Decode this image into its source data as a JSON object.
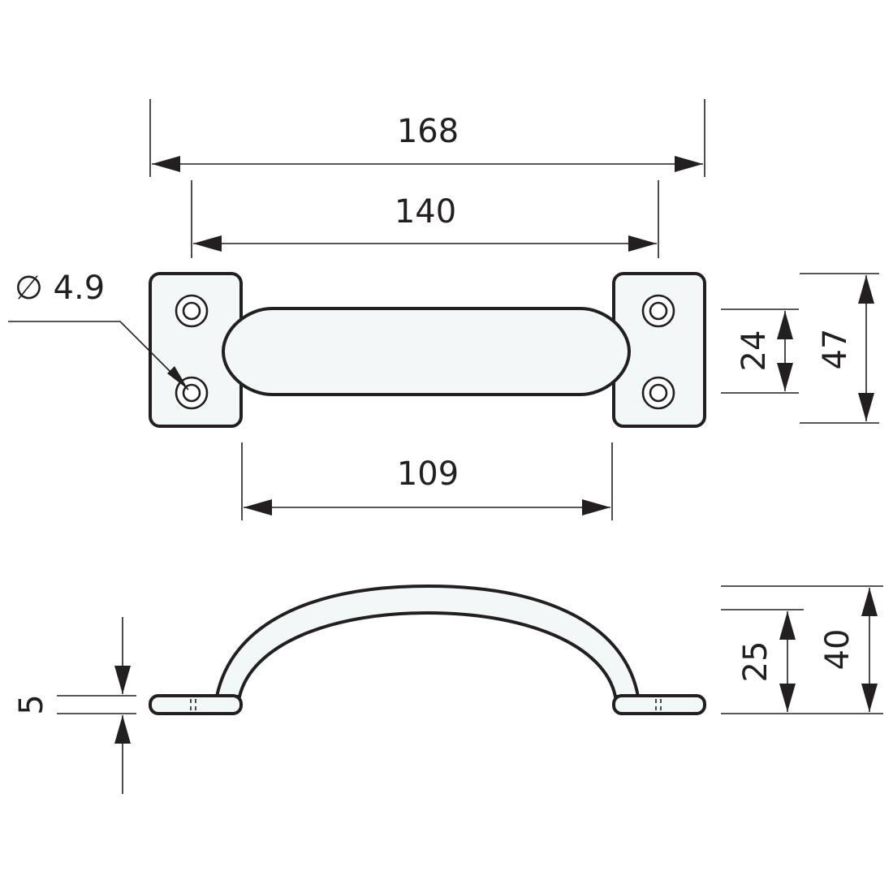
{
  "dimensions": {
    "overall_length": "168",
    "hole_spacing": "140",
    "grip_length": "109",
    "hole_diameter": "∅ 4.9",
    "grip_width": "24",
    "base_width": "47",
    "plate_thickness": "5",
    "grip_clearance": "25",
    "overall_height": "40"
  },
  "colors": {
    "line": "#231f20",
    "fill": "#f2f8f8"
  }
}
